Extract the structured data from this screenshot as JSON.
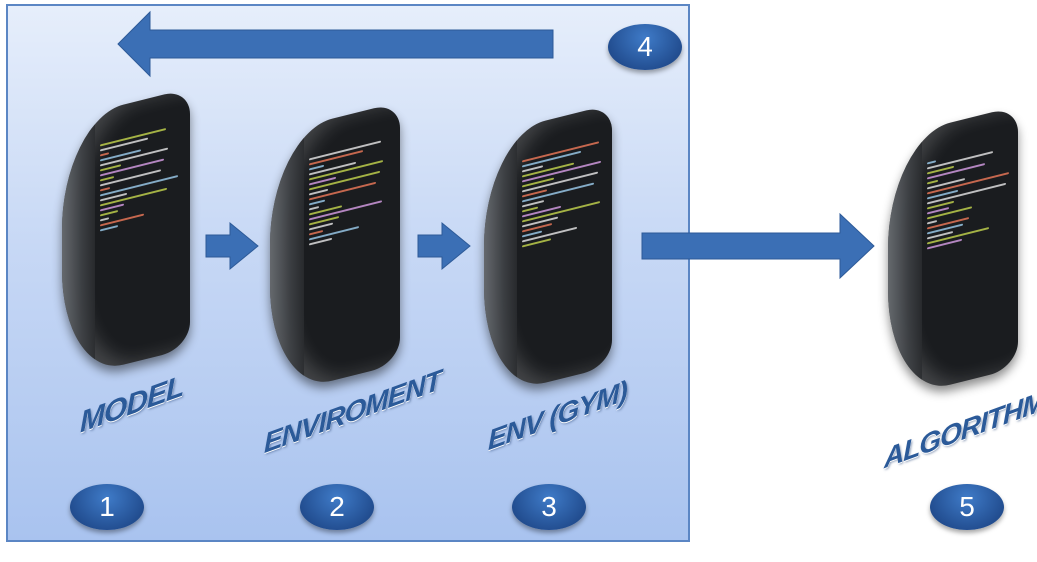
{
  "colors": {
    "panel_border": "#5b86c4",
    "arrow": "#3b6fb5",
    "label": "#2b5a99",
    "badge": "#234f92",
    "screen": "#1a1c1f"
  },
  "steps": [
    {
      "number": "1",
      "label": "MODEL"
    },
    {
      "number": "2",
      "label": "ENVIROMENT"
    },
    {
      "number": "3",
      "label": "ENV (GYM)"
    },
    {
      "number": "5",
      "label": "ALGORITHM"
    }
  ],
  "loop_badge": {
    "number": "4"
  },
  "icons": [
    "code-screen-icon",
    "right-arrow",
    "left-arrow"
  ]
}
